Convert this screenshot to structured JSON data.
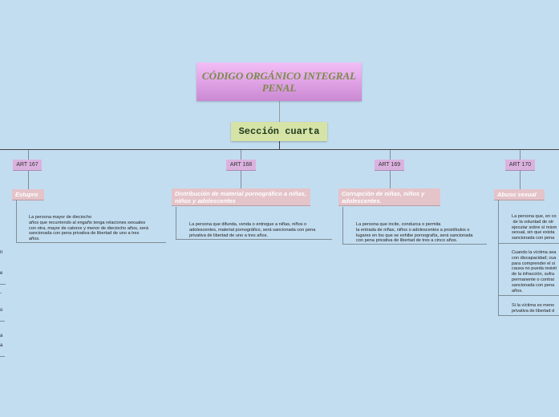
{
  "root": {
    "title": "CÓDIGO ORGÁNICO INTEGRAL PENAL"
  },
  "section": {
    "label": "Sección cuarta"
  },
  "articles": [
    {
      "art": "ART 167",
      "topic": "Estupro",
      "texts": [
        "La persona mayor de dieciocho\naños que recurriendo al engaño tenga relaciones sexuales\ncon otra, mayor de catorce y menor de dieciocho años, será\nsancionada con pena privativa de libertad de uno a tres\naños."
      ]
    },
    {
      "art": "ART 168",
      "topic": "Distribución de material pornográfico a niñas, niños y adolescentes",
      "texts": [
        "La persona que difunda, venda o entregue a niñas, niños o\nadolescentes, material pornográfico, será sancionada con pena\nprivativa de libertad de uno a tres años."
      ]
    },
    {
      "art": "ART 169",
      "topic": "Corrupción de niñas, niños y adolescentes.",
      "texts": [
        "La persona que incite, conduzca o permita\nla entrada de niñas, niños o adolescentes a prostíbulos o\nlugares en los que se exhibe pornografía, será sancionada\ncon pena privativa de libertad de tres a cinco años."
      ]
    },
    {
      "art": "ART 170",
      "topic": "Abuso sexual",
      "texts": [
        "La persona que, en co\n de la voluntad de otr\nejecutar sobre sí mism\nsexual, sin que exista\nsancionada con pena",
        "Cuando la víctima sea\ncon discapacidad; cua\npara comprender el si\ncausa no pueda resisti\nde la infracción, sufra\npermanente o contrai\nsancionada con pena\naños.",
        "Si la víctima es meno\nprivativa de libertad d"
      ]
    }
  ],
  "left_fragments": [
    "n",
    "e",
    "-",
    "o",
    "a",
    "a"
  ]
}
